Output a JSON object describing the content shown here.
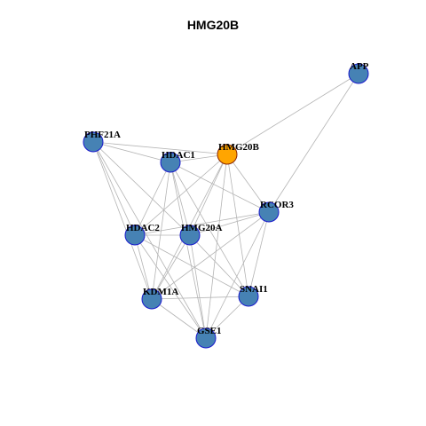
{
  "title": "HMG20B",
  "colors": {
    "default_fill": "#4682B4",
    "default_stroke": "#1a1acd",
    "highlight_fill": "#FFA500",
    "highlight_stroke": "#8b2500",
    "edge": "#b4b4b4"
  },
  "nodes": [
    {
      "id": "APP",
      "label": "APP",
      "highlight": false
    },
    {
      "id": "PHF21A",
      "label": "PHF21A",
      "highlight": false
    },
    {
      "id": "HMG20B",
      "label": "HMG20B",
      "highlight": true
    },
    {
      "id": "HDAC1",
      "label": "HDAC1",
      "highlight": false
    },
    {
      "id": "RCOR3",
      "label": "RCOR3",
      "highlight": false
    },
    {
      "id": "HDAC2",
      "label": "HDAC2",
      "highlight": false
    },
    {
      "id": "HMG20A",
      "label": "HMG20A",
      "highlight": false
    },
    {
      "id": "KDM1A",
      "label": "KDM1A",
      "highlight": false
    },
    {
      "id": "SNAI1",
      "label": "SNAI1",
      "highlight": false
    },
    {
      "id": "GSE1",
      "label": "GSE1",
      "highlight": false
    }
  ],
  "edges": [
    [
      "APP",
      "HMG20B"
    ],
    [
      "APP",
      "RCOR3"
    ],
    [
      "PHF21A",
      "HMG20B"
    ],
    [
      "PHF21A",
      "HDAC1"
    ],
    [
      "PHF21A",
      "HDAC2"
    ],
    [
      "PHF21A",
      "KDM1A"
    ],
    [
      "PHF21A",
      "GSE1"
    ],
    [
      "PHF21A",
      "HMG20A"
    ],
    [
      "HMG20B",
      "HDAC1"
    ],
    [
      "HMG20B",
      "RCOR3"
    ],
    [
      "HMG20B",
      "HDAC2"
    ],
    [
      "HMG20B",
      "HMG20A"
    ],
    [
      "HMG20B",
      "KDM1A"
    ],
    [
      "HMG20B",
      "SNAI1"
    ],
    [
      "HMG20B",
      "GSE1"
    ],
    [
      "HDAC1",
      "HDAC2"
    ],
    [
      "HDAC1",
      "HMG20A"
    ],
    [
      "HDAC1",
      "KDM1A"
    ],
    [
      "HDAC1",
      "SNAI1"
    ],
    [
      "HDAC1",
      "GSE1"
    ],
    [
      "HDAC1",
      "RCOR3"
    ],
    [
      "RCOR3",
      "HDAC2"
    ],
    [
      "RCOR3",
      "HMG20A"
    ],
    [
      "RCOR3",
      "KDM1A"
    ],
    [
      "RCOR3",
      "SNAI1"
    ],
    [
      "RCOR3",
      "GSE1"
    ],
    [
      "HDAC2",
      "HMG20A"
    ],
    [
      "HDAC2",
      "KDM1A"
    ],
    [
      "HDAC2",
      "SNAI1"
    ],
    [
      "HDAC2",
      "GSE1"
    ],
    [
      "HMG20A",
      "KDM1A"
    ],
    [
      "HMG20A",
      "SNAI1"
    ],
    [
      "HMG20A",
      "GSE1"
    ],
    [
      "KDM1A",
      "SNAI1"
    ],
    [
      "KDM1A",
      "GSE1"
    ],
    [
      "SNAI1",
      "GSE1"
    ]
  ]
}
